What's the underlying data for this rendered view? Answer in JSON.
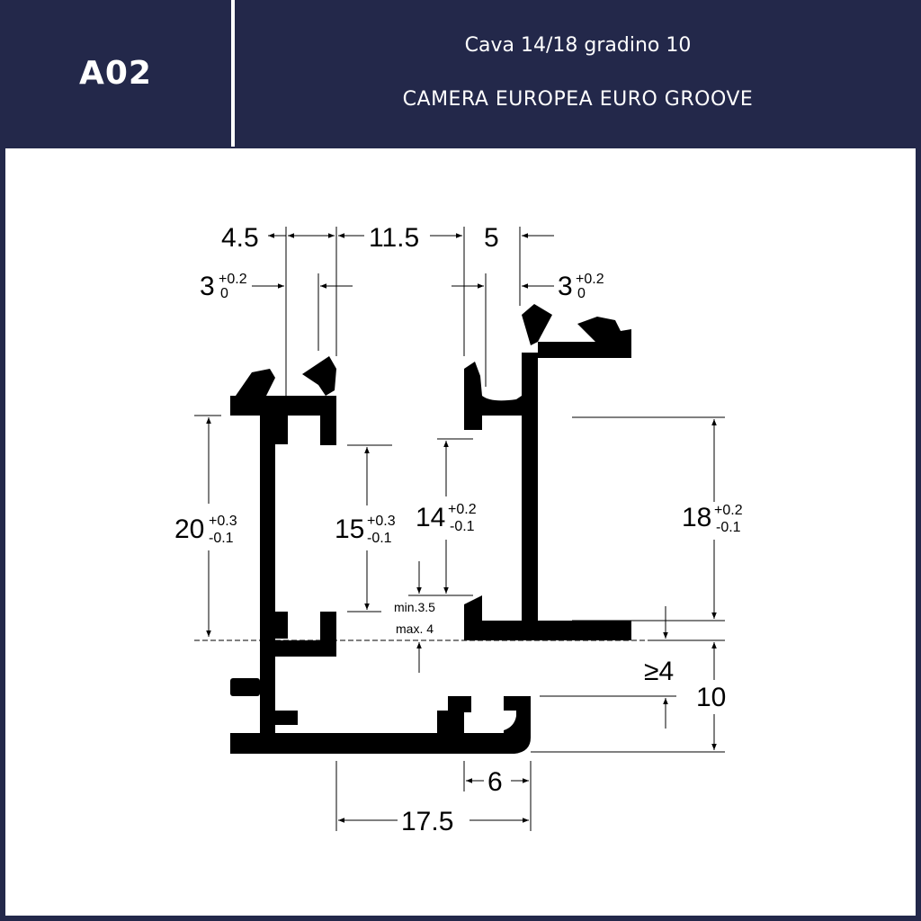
{
  "header": {
    "code": "A02",
    "subtitle": "Cava 14/18 gradino 10",
    "title": "CAMERA EUROPEA EURO GROOVE"
  },
  "colors": {
    "header_bg": "#23284a",
    "header_text": "#ffffff",
    "drawing_bg": "#ffffff",
    "profile": "#000000"
  },
  "dimensions": {
    "top_left_width": "4.5",
    "top_middle_width": "11.5",
    "top_right_width": "5",
    "tooth_left_base": "3",
    "tooth_left_upper": "+0.2",
    "tooth_left_lower": "0",
    "tooth_right_base": "3",
    "tooth_right_upper": "+0.2",
    "tooth_right_lower": "0",
    "height_20_base": "20",
    "height_20_upper": "+0.3",
    "height_20_lower": "-0.1",
    "height_15_base": "15",
    "height_15_upper": "+0.3",
    "height_15_lower": "-0.1",
    "height_14_base": "14",
    "height_14_upper": "+0.2",
    "height_14_lower": "-0.1",
    "height_18_base": "18",
    "height_18_upper": "+0.2",
    "height_18_lower": "-0.1",
    "min_label": "min.3.5",
    "max_label": "max. 4",
    "step_min": "≥4",
    "step_height": "10",
    "bottom_slot": "6",
    "bottom_width": "17.5"
  }
}
